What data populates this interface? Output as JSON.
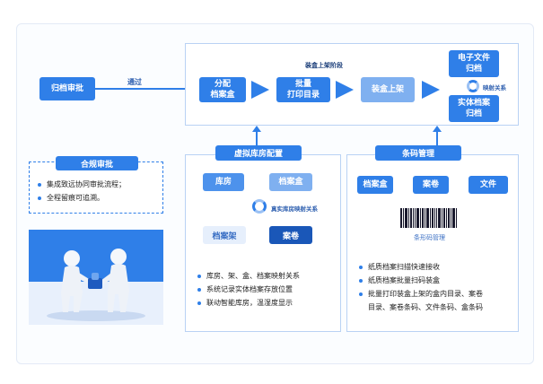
{
  "approval": {
    "label": "归档审批",
    "pass_label": "通过"
  },
  "stage": {
    "title": "装盒上架阶段",
    "steps": [
      "分配\n档案盒",
      "批量\n打印目录",
      "装盒上架"
    ],
    "electronic": "电子文件\n归档",
    "physical": "实体档案\n归档",
    "mapping_label": "映射关系"
  },
  "compliance": {
    "title": "合规审批",
    "items": [
      "集成致远协同审批流程；",
      "全程留痕可追溯。"
    ]
  },
  "virtual": {
    "title": "虚拟库房配置",
    "items": [
      "库房",
      "档案盒",
      "档案架",
      "案卷"
    ],
    "mapping_label": "真实库房映射关系",
    "bullets": [
      "库房、架、盒、档案映射关系",
      "系统记录实体档案存放位置",
      "联动智能库房，温湿度显示"
    ]
  },
  "barcode": {
    "title": "条码管理",
    "items": [
      "档案盒",
      "案卷",
      "文件"
    ],
    "caption": "条形码管理",
    "bullets": [
      "纸质档案扫描快速接收",
      "纸质档案批量扫码装盒",
      "批量打印装盒上架的盒内目录、案卷",
      "目录、案卷条码、文件条码、盒条码"
    ]
  },
  "colors": {
    "primary": "#2f7fe8",
    "light": "#7fb0f0",
    "border": "#b9d2f4"
  }
}
